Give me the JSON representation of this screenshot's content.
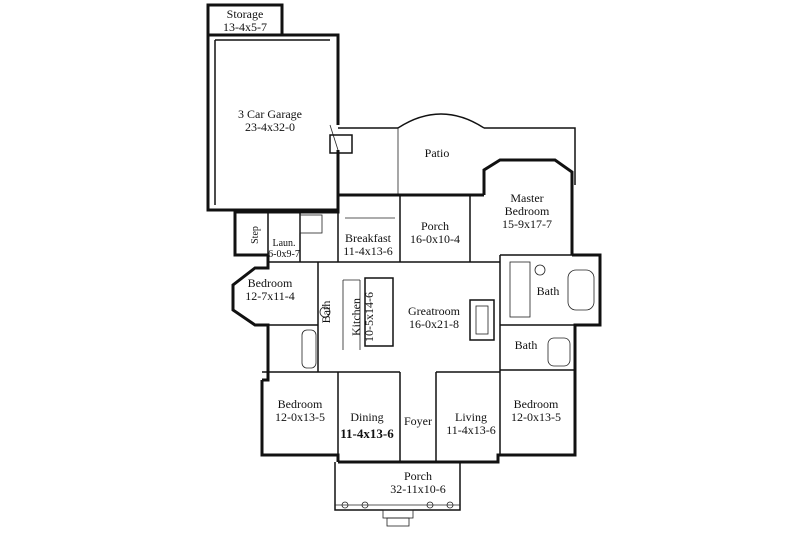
{
  "rooms": [
    {
      "id": "storage",
      "name": "Storage",
      "dims": "13-4x5-7"
    },
    {
      "id": "garage",
      "name": "3 Car Garage",
      "dims": "23-4x32-0"
    },
    {
      "id": "patio",
      "name": "Patio",
      "dims": ""
    },
    {
      "id": "master",
      "name": "Master Bedroom",
      "name1": "Master",
      "name2": "Bedroom",
      "dims": "15-9x17-7"
    },
    {
      "id": "breakfast",
      "name": "Breakfast",
      "dims": "11-4x13-6"
    },
    {
      "id": "porch-rear",
      "name": "Porch",
      "dims": "16-0x10-4"
    },
    {
      "id": "laun",
      "name": "Laun.",
      "dims": "6-0x9-7"
    },
    {
      "id": "step",
      "name": "Step",
      "dims": ""
    },
    {
      "id": "bedroom-west",
      "name": "Bedroom",
      "dims": "12-7x11-4"
    },
    {
      "id": "kitchen",
      "name": "Kitchen",
      "dims": "10-5x14-6"
    },
    {
      "id": "greatroom",
      "name": "Greatroom",
      "dims": "16-0x21-8"
    },
    {
      "id": "bath-center",
      "name": "Bath",
      "dims": ""
    },
    {
      "id": "bath-west",
      "name": "Bath",
      "dims": ""
    },
    {
      "id": "bath-master",
      "name": "Bath",
      "dims": ""
    },
    {
      "id": "bedroom-sw",
      "name": "Bedroom",
      "dims": "12-0x13-5"
    },
    {
      "id": "dining",
      "name": "Dining",
      "dims": "11-4x13-6"
    },
    {
      "id": "foyer",
      "name": "Foyer",
      "dims": ""
    },
    {
      "id": "living",
      "name": "Living",
      "dims": "11-4x13-6"
    },
    {
      "id": "bedroom-se",
      "name": "Bedroom",
      "dims": "12-0x13-5"
    },
    {
      "id": "porch-front",
      "name": "Porch",
      "dims": "32-11x10-6"
    }
  ]
}
